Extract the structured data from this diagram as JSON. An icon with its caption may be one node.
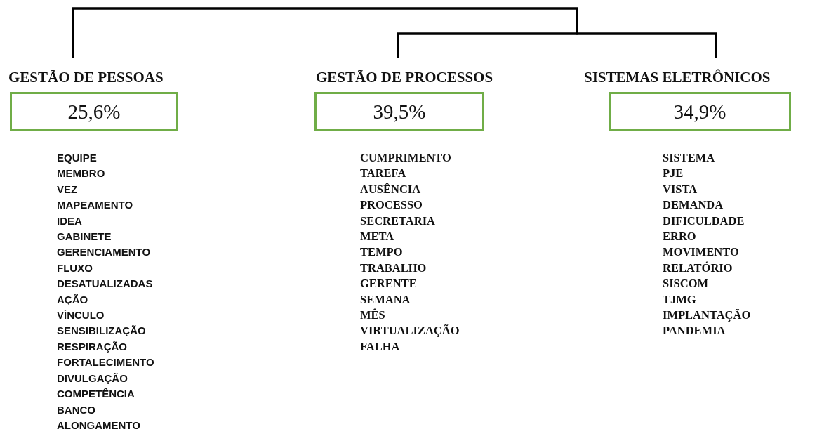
{
  "diagram": {
    "nodes": [
      {
        "text": [
          "GESTÃO DE PESSOAS",
          "25,6%"
        ],
        "beside": [
          "EQUIPE",
          "MEMBRO",
          "VEZ",
          "MAPEAMENTO",
          "IDEA",
          "GABINETE",
          "GERENCIAMENTO",
          "FLUXO",
          "DESATUALIZADAS",
          "AÇÃO",
          "VÍNCULO",
          "SENSIBILIZAÇÃO",
          "RESPIRAÇÃO",
          "FORTALECIMENTO",
          "DIVULGAÇÃO",
          "COMPETÊNCIA",
          "BANCO",
          "ALONGAMENTO"
        ]
      },
      {
        "text": [
          "GESTÃO DE PROCESSOS",
          "39,5%"
        ],
        "beside": [
          "CUMPRIMENTO",
          "TAREFA",
          "AUSÊNCIA",
          "PROCESSO",
          "SECRETARIA",
          "META",
          "TEMPO",
          "TRABALHO",
          "GERENTE",
          "SEMANA",
          "MÊS",
          "VIRTUALIZAÇÃO",
          "FALHA"
        ]
      },
      {
        "text": [
          "SISTEMAS ELETRÔNICOS",
          "34,9%"
        ],
        "beside": [
          "SISTEMA",
          "PJE",
          "VISTA",
          "DEMANDA",
          "DIFICULDADE",
          "ERRO",
          "MOVIMENTO",
          "RELATÓRIO",
          "SISCOM",
          "TJMG",
          "IMPLANTAÇÃO",
          "PANDEMIA"
        ]
      }
    ],
    "edges": [
      {
        "from": 0,
        "to": 1,
        "arrow": "none"
      },
      {
        "from": 0,
        "to": 2,
        "arrow": "none"
      },
      {
        "from": 1,
        "to": 2,
        "arrow": "none"
      }
    ]
  }
}
